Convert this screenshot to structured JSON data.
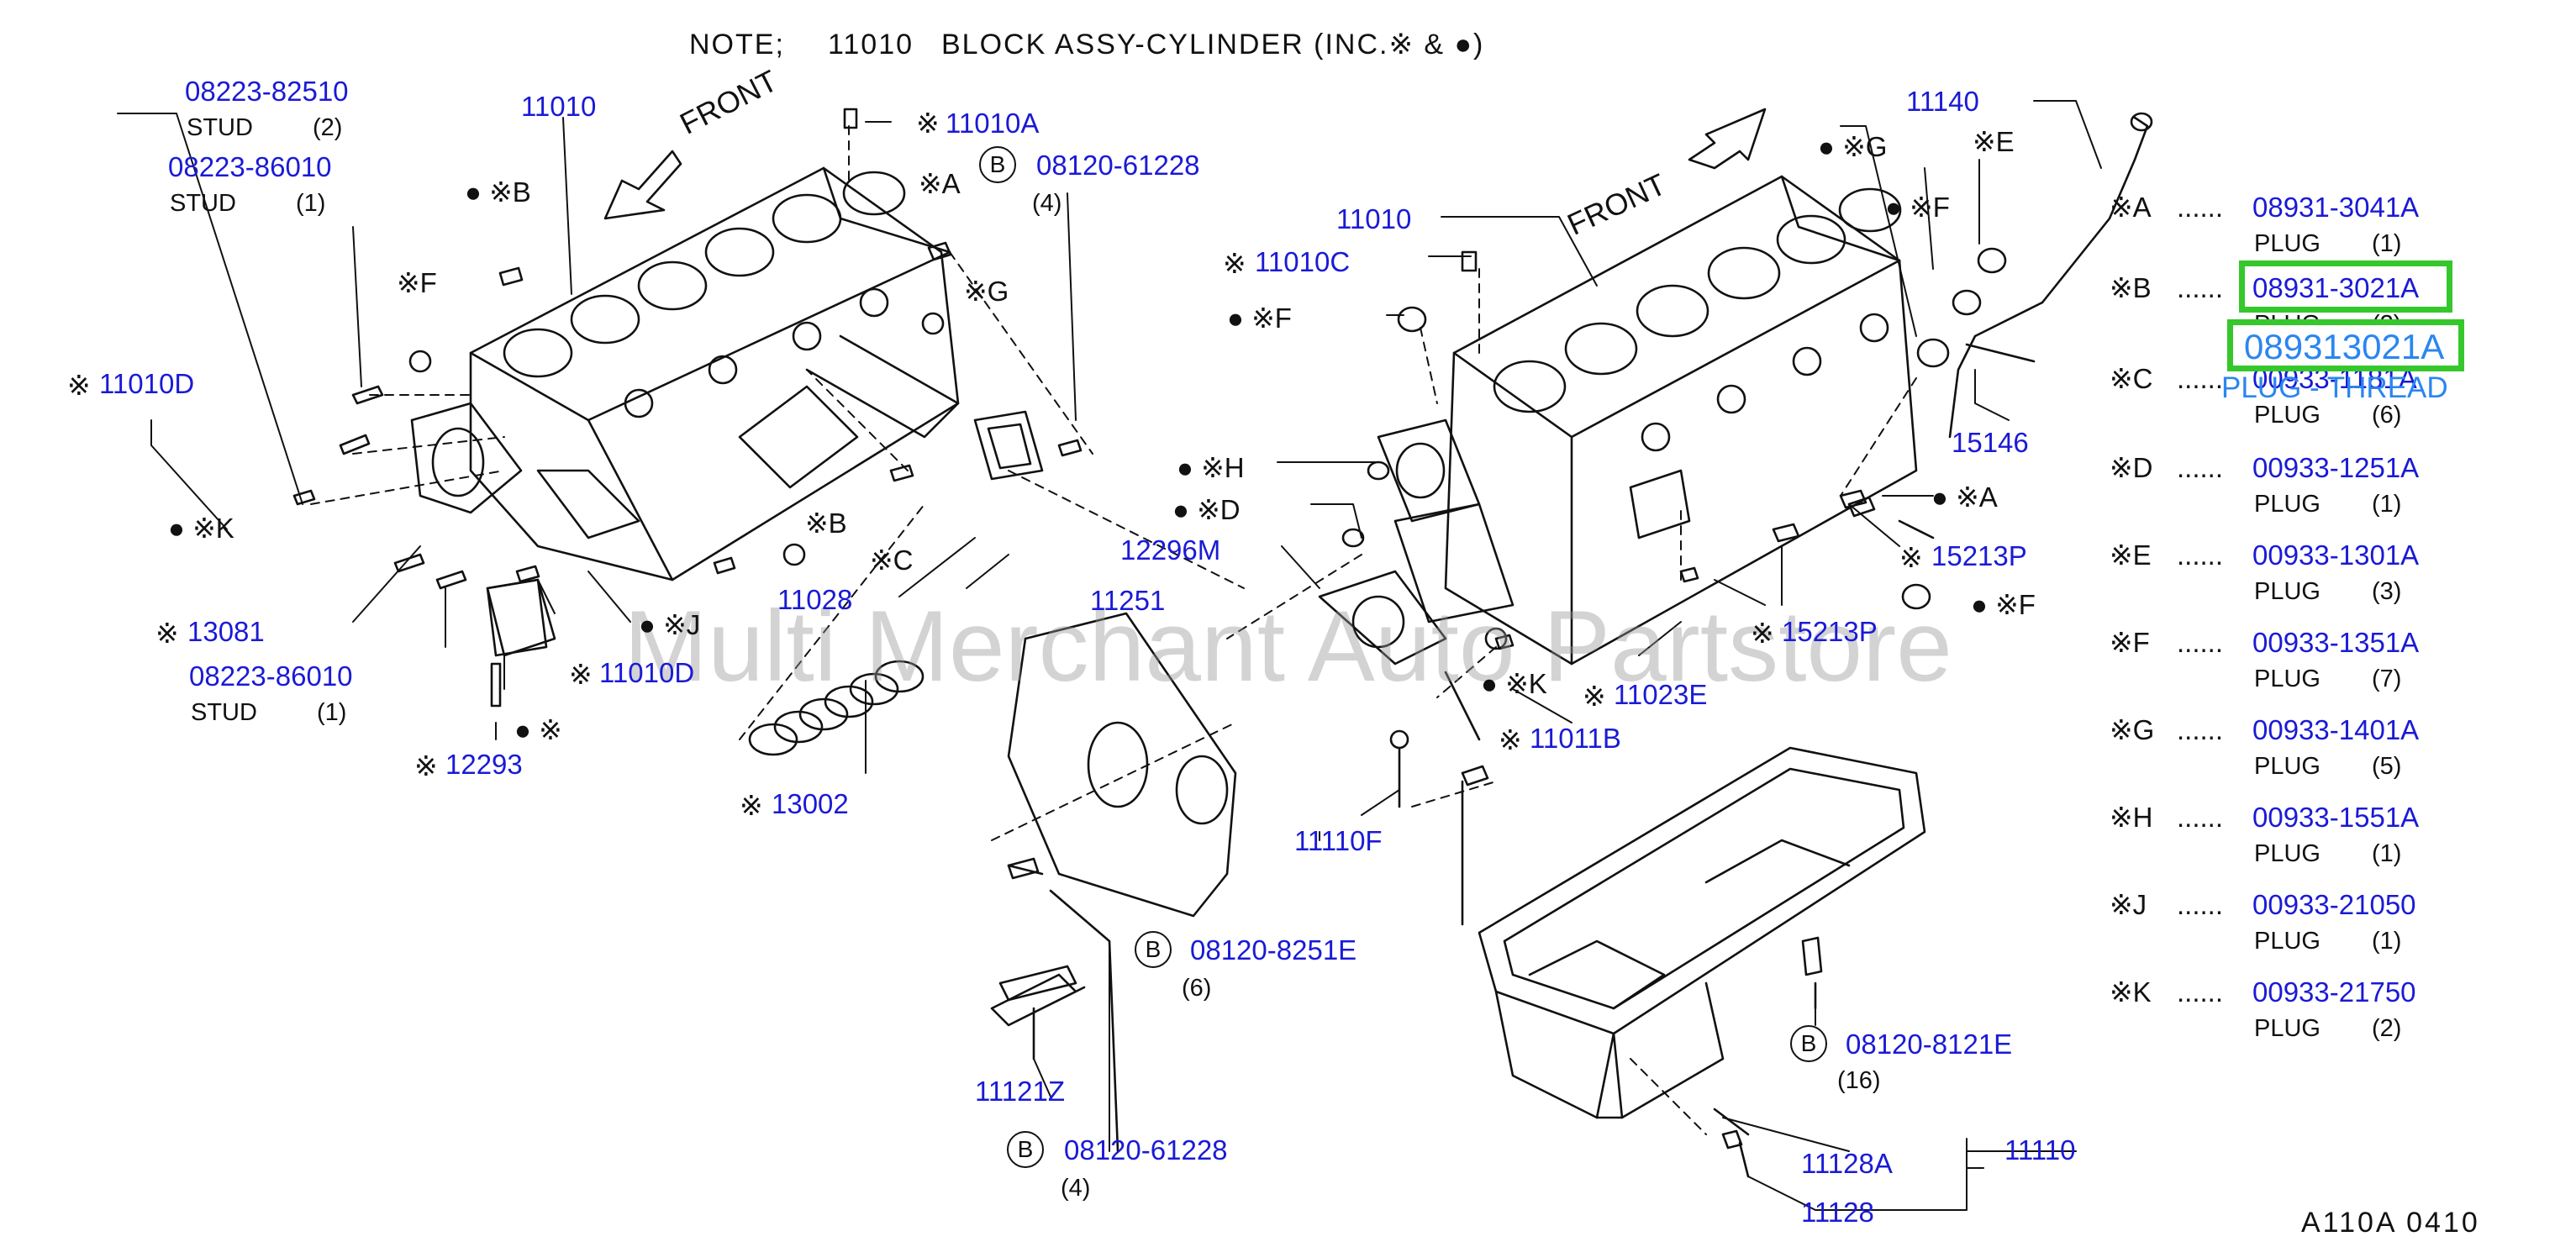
{
  "note": {
    "prefix": "NOTE;",
    "part": "11010",
    "text": "BLOCK   ASSY-CYLINDER   (INC.※ &   ●)"
  },
  "front_label": "FRONT",
  "watermark": "Multi Merchant Auto Partstore",
  "diagram_ref": "A110A   0410",
  "callouts": [
    {
      "id": "c1",
      "number": "08223-82510",
      "desc": "STUD",
      "qty": "(2)"
    },
    {
      "id": "c2",
      "number": "08223-86010",
      "desc": "STUD",
      "qty": "(1)"
    },
    {
      "id": "c3",
      "number": "11010"
    },
    {
      "id": "c4",
      "prefix": "※",
      "number": "11010A"
    },
    {
      "id": "c5",
      "badge": "B",
      "number": "08120-61228",
      "qty": "(4)"
    },
    {
      "id": "c6",
      "marker": "● ※B"
    },
    {
      "id": "c7",
      "marker": "※A"
    },
    {
      "id": "c8",
      "marker": "※F"
    },
    {
      "id": "c9",
      "marker": "※G"
    },
    {
      "id": "c10",
      "prefix": "※",
      "number": "11010D"
    },
    {
      "id": "c11",
      "marker": "●  ※K"
    },
    {
      "id": "c12",
      "marker": "※B"
    },
    {
      "id": "c13",
      "marker": "※C"
    },
    {
      "id": "c14",
      "number": "11028"
    },
    {
      "id": "c15",
      "prefix": "※",
      "number": "13081"
    },
    {
      "id": "c16",
      "marker": "● ※J"
    },
    {
      "id": "c17",
      "prefix": "※",
      "number": "11010D"
    },
    {
      "id": "c18",
      "number": "08223-86010",
      "desc": "STUD",
      "qty": "(1)"
    },
    {
      "id": "c19",
      "marker": "● ※"
    },
    {
      "id": "c20",
      "prefix": "※",
      "number": "12293"
    },
    {
      "id": "c21",
      "prefix": "※",
      "number": "13002"
    },
    {
      "id": "c22",
      "number": "11010"
    },
    {
      "id": "c23",
      "prefix": "※",
      "number": "11010C"
    },
    {
      "id": "c24",
      "marker": "●  ※F"
    },
    {
      "id": "c25",
      "marker": "●  ※H"
    },
    {
      "id": "c26",
      "marker": "●  ※D"
    },
    {
      "id": "c27",
      "number": "12296M"
    },
    {
      "id": "c28",
      "number": "11251"
    },
    {
      "id": "c29",
      "marker": "● ※G"
    },
    {
      "id": "c30",
      "marker": "●  ※F"
    },
    {
      "id": "c31",
      "marker": "※E"
    },
    {
      "id": "c32",
      "number": "11140"
    },
    {
      "id": "c33",
      "number": "15146"
    },
    {
      "id": "c34",
      "marker": "● ※A"
    },
    {
      "id": "c35",
      "prefix": "※",
      "number": "15213P"
    },
    {
      "id": "c36",
      "marker": "● ※F"
    },
    {
      "id": "c37",
      "prefix": "※",
      "number": "15213P"
    },
    {
      "id": "c38",
      "marker": "● ※K"
    },
    {
      "id": "c39",
      "prefix": "※",
      "number": "11023E"
    },
    {
      "id": "c40",
      "prefix": "※",
      "number": "11011B"
    },
    {
      "id": "c41",
      "number": "11110F"
    },
    {
      "id": "c42",
      "badge": "B",
      "number": "08120-8251E",
      "qty": "(6)"
    },
    {
      "id": "c43",
      "number": "11121Z"
    },
    {
      "id": "c44",
      "badge": "B",
      "number": "08120-61228",
      "qty": "(4)"
    },
    {
      "id": "c45",
      "badge": "B",
      "number": "08120-8121E",
      "qty": "(16)"
    },
    {
      "id": "c46",
      "number": "11128A"
    },
    {
      "id": "c47",
      "number": "11110"
    },
    {
      "id": "c48",
      "number": "11128"
    }
  ],
  "legend": [
    {
      "key": "※A",
      "dots": "......",
      "number": "08931-3041A",
      "desc": "PLUG",
      "qty": "(1)"
    },
    {
      "key": "※B",
      "dots": "......",
      "number": "08931-3021A",
      "desc": "PLUG",
      "qty": "(2)"
    },
    {
      "key": "※C",
      "dots": "......",
      "number": "00933-1181A",
      "desc": "PLUG",
      "qty": "(6)"
    },
    {
      "key": "※D",
      "dots": "......",
      "number": "00933-1251A",
      "desc": "PLUG",
      "qty": "(1)"
    },
    {
      "key": "※E",
      "dots": "......",
      "number": "00933-1301A",
      "desc": "PLUG",
      "qty": "(3)"
    },
    {
      "key": "※F",
      "dots": "......",
      "number": "00933-1351A",
      "desc": "PLUG",
      "qty": "(7)"
    },
    {
      "key": "※G",
      "dots": "......",
      "number": "00933-1401A",
      "desc": "PLUG",
      "qty": "(5)"
    },
    {
      "key": "※H",
      "dots": "......",
      "number": "00933-1551A",
      "desc": "PLUG",
      "qty": "(1)"
    },
    {
      "key": "※J",
      "dots": "......",
      "number": "00933-21050",
      "desc": "PLUG",
      "qty": "(1)"
    },
    {
      "key": "※K",
      "dots": "......",
      "number": "00933-21750",
      "desc": "PLUG",
      "qty": "(2)"
    }
  ],
  "overlay": {
    "part_number": "089313021A",
    "description": "PLUG - THREAD",
    "highlight_color": "#35c72b",
    "text_color": "#2a86f0"
  }
}
